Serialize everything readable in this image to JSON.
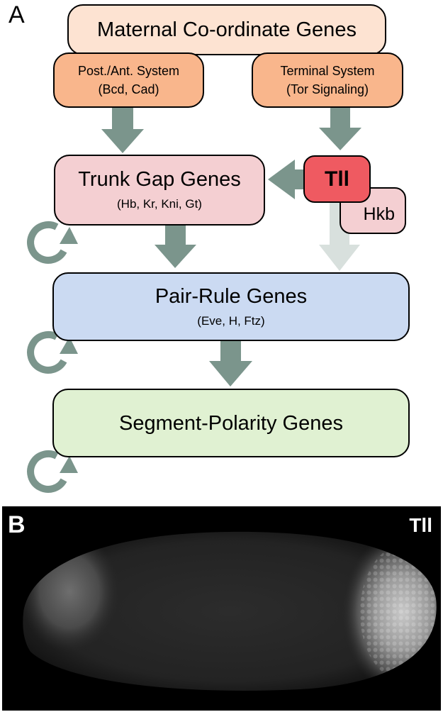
{
  "panel_a": {
    "label": "A",
    "maternal": {
      "title": "Maternal Co-ordinate Genes"
    },
    "post_ant": {
      "line1": "Post./Ant. System",
      "line2": "(Bcd, Cad)"
    },
    "terminal": {
      "line1": "Terminal System",
      "line2": "(Tor Signaling)"
    },
    "trunk_gap": {
      "title": "Trunk Gap Genes",
      "members": "(Hb, Kr, Kni, Gt)"
    },
    "tll": {
      "label": "Tll"
    },
    "hkb": {
      "label": "Hkb"
    },
    "pair_rule": {
      "title": "Pair-Rule Genes",
      "members": "(Eve, H, Ftz)"
    },
    "segment_polarity": {
      "title": "Segment-Polarity Genes"
    },
    "colors": {
      "arrow": "#7b958c",
      "arrow_faded": "#d8e0dd",
      "maternal_fill": "#fde3d2",
      "system_fill": "#f9b68c",
      "gap_fill": "#f4cfd2",
      "tll_fill": "#ef5a61",
      "pair_rule_fill": "#cbdaf2",
      "segment_fill": "#e0f1d2"
    },
    "self_loop_icon": "circular-arrow-icon"
  },
  "panel_b": {
    "label": "B",
    "stain_label": "Tll"
  }
}
